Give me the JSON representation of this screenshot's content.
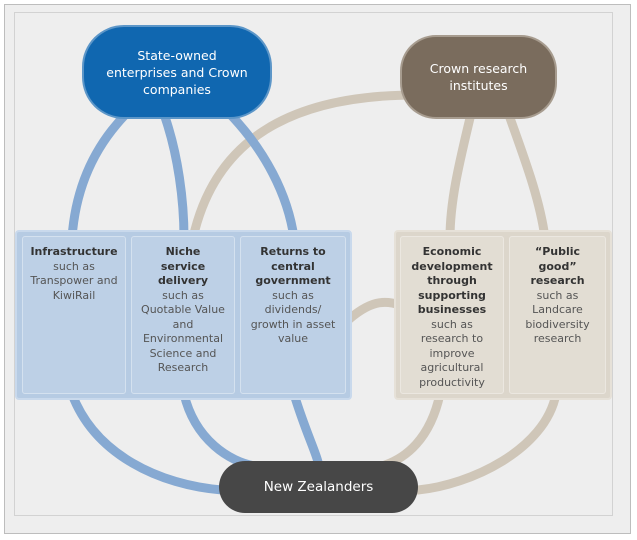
{
  "nodes": {
    "soe": "State-owned enterprises and Crown companies",
    "cri": "Crown research institutes",
    "nz": "New Zealanders"
  },
  "boxes": {
    "infrastructure": {
      "title": "Infrastructure",
      "detail": "such as Transpower and KiwiRail"
    },
    "niche": {
      "title": "Niche service delivery",
      "detail": "such as Quotable Value and Environmental Science and Research"
    },
    "returns": {
      "title": "Returns to central government",
      "detail": "such as dividends/ growth in asset value"
    },
    "economic": {
      "title": "Economic development through supporting businesses",
      "detail": "such as research to improve agricultural productivity"
    },
    "public_good": {
      "title": "“Public good” research",
      "detail": "such as Landcare biodiversity research"
    }
  },
  "colors": {
    "soe_fill": "#1067b0",
    "cri_fill": "#7a6c5d",
    "nz_fill": "#474747",
    "blue_connector": "#86a9d2",
    "tan_connector": "#cfc6b8"
  }
}
